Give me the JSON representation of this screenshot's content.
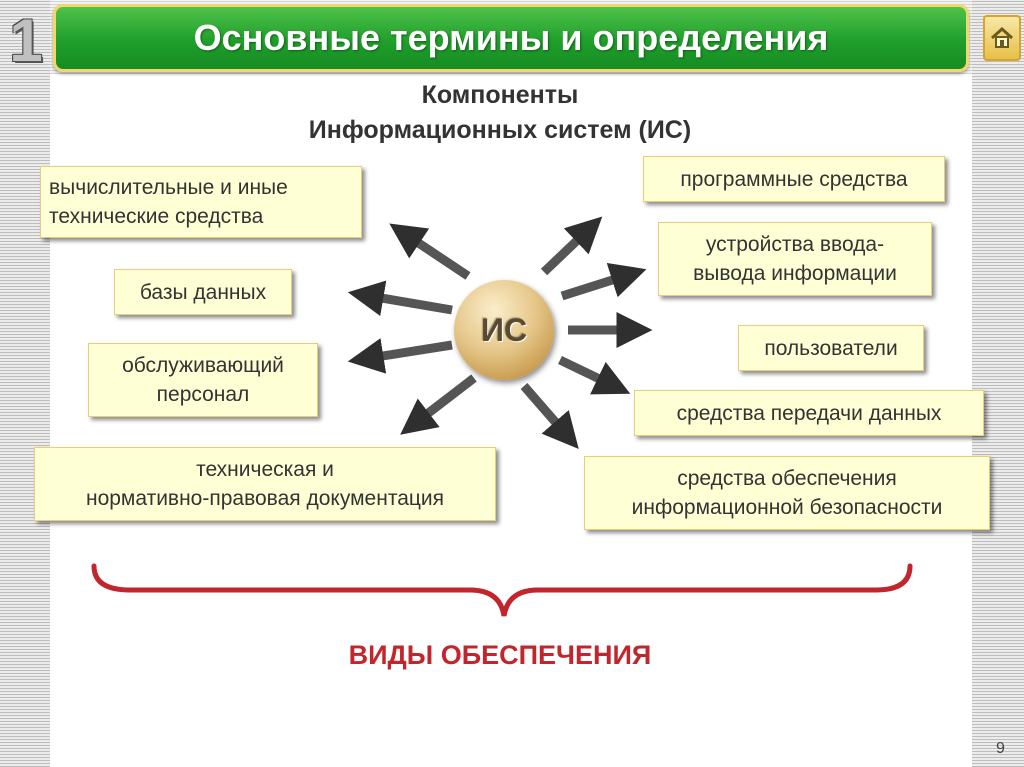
{
  "slide": {
    "number_badge": "1",
    "title": "Основные термины и определения",
    "subtitle_line1": "Компоненты",
    "subtitle_line2": "Информационных систем (ИС)",
    "center_label": "ИС",
    "page_number": "9",
    "types_label": "ВИДЫ ОБЕСПЕЧЕНИЯ"
  },
  "left_components": [
    {
      "line1": "вычислительные и иные",
      "line2": "технические средства"
    },
    {
      "line1": "базы данных"
    },
    {
      "line1": "обслуживающий",
      "line2": "персонал"
    },
    {
      "line1": "техническая и",
      "line2": "нормативно-правовая документация"
    }
  ],
  "right_components": [
    {
      "line1": "программные средства"
    },
    {
      "line1": "устройства ввода-",
      "line2": "вывода информации"
    },
    {
      "line1": "пользователи"
    },
    {
      "line1": "средства передачи данных"
    },
    {
      "line1": "средства обеспечения",
      "line2": "информационной безопасности"
    }
  ],
  "icons": {
    "home": "home-icon"
  },
  "colors": {
    "title_green": "#1f9f2b",
    "title_border": "#f2d86c",
    "box_fill": "#ffffd6",
    "accent_red": "#c0262b"
  }
}
